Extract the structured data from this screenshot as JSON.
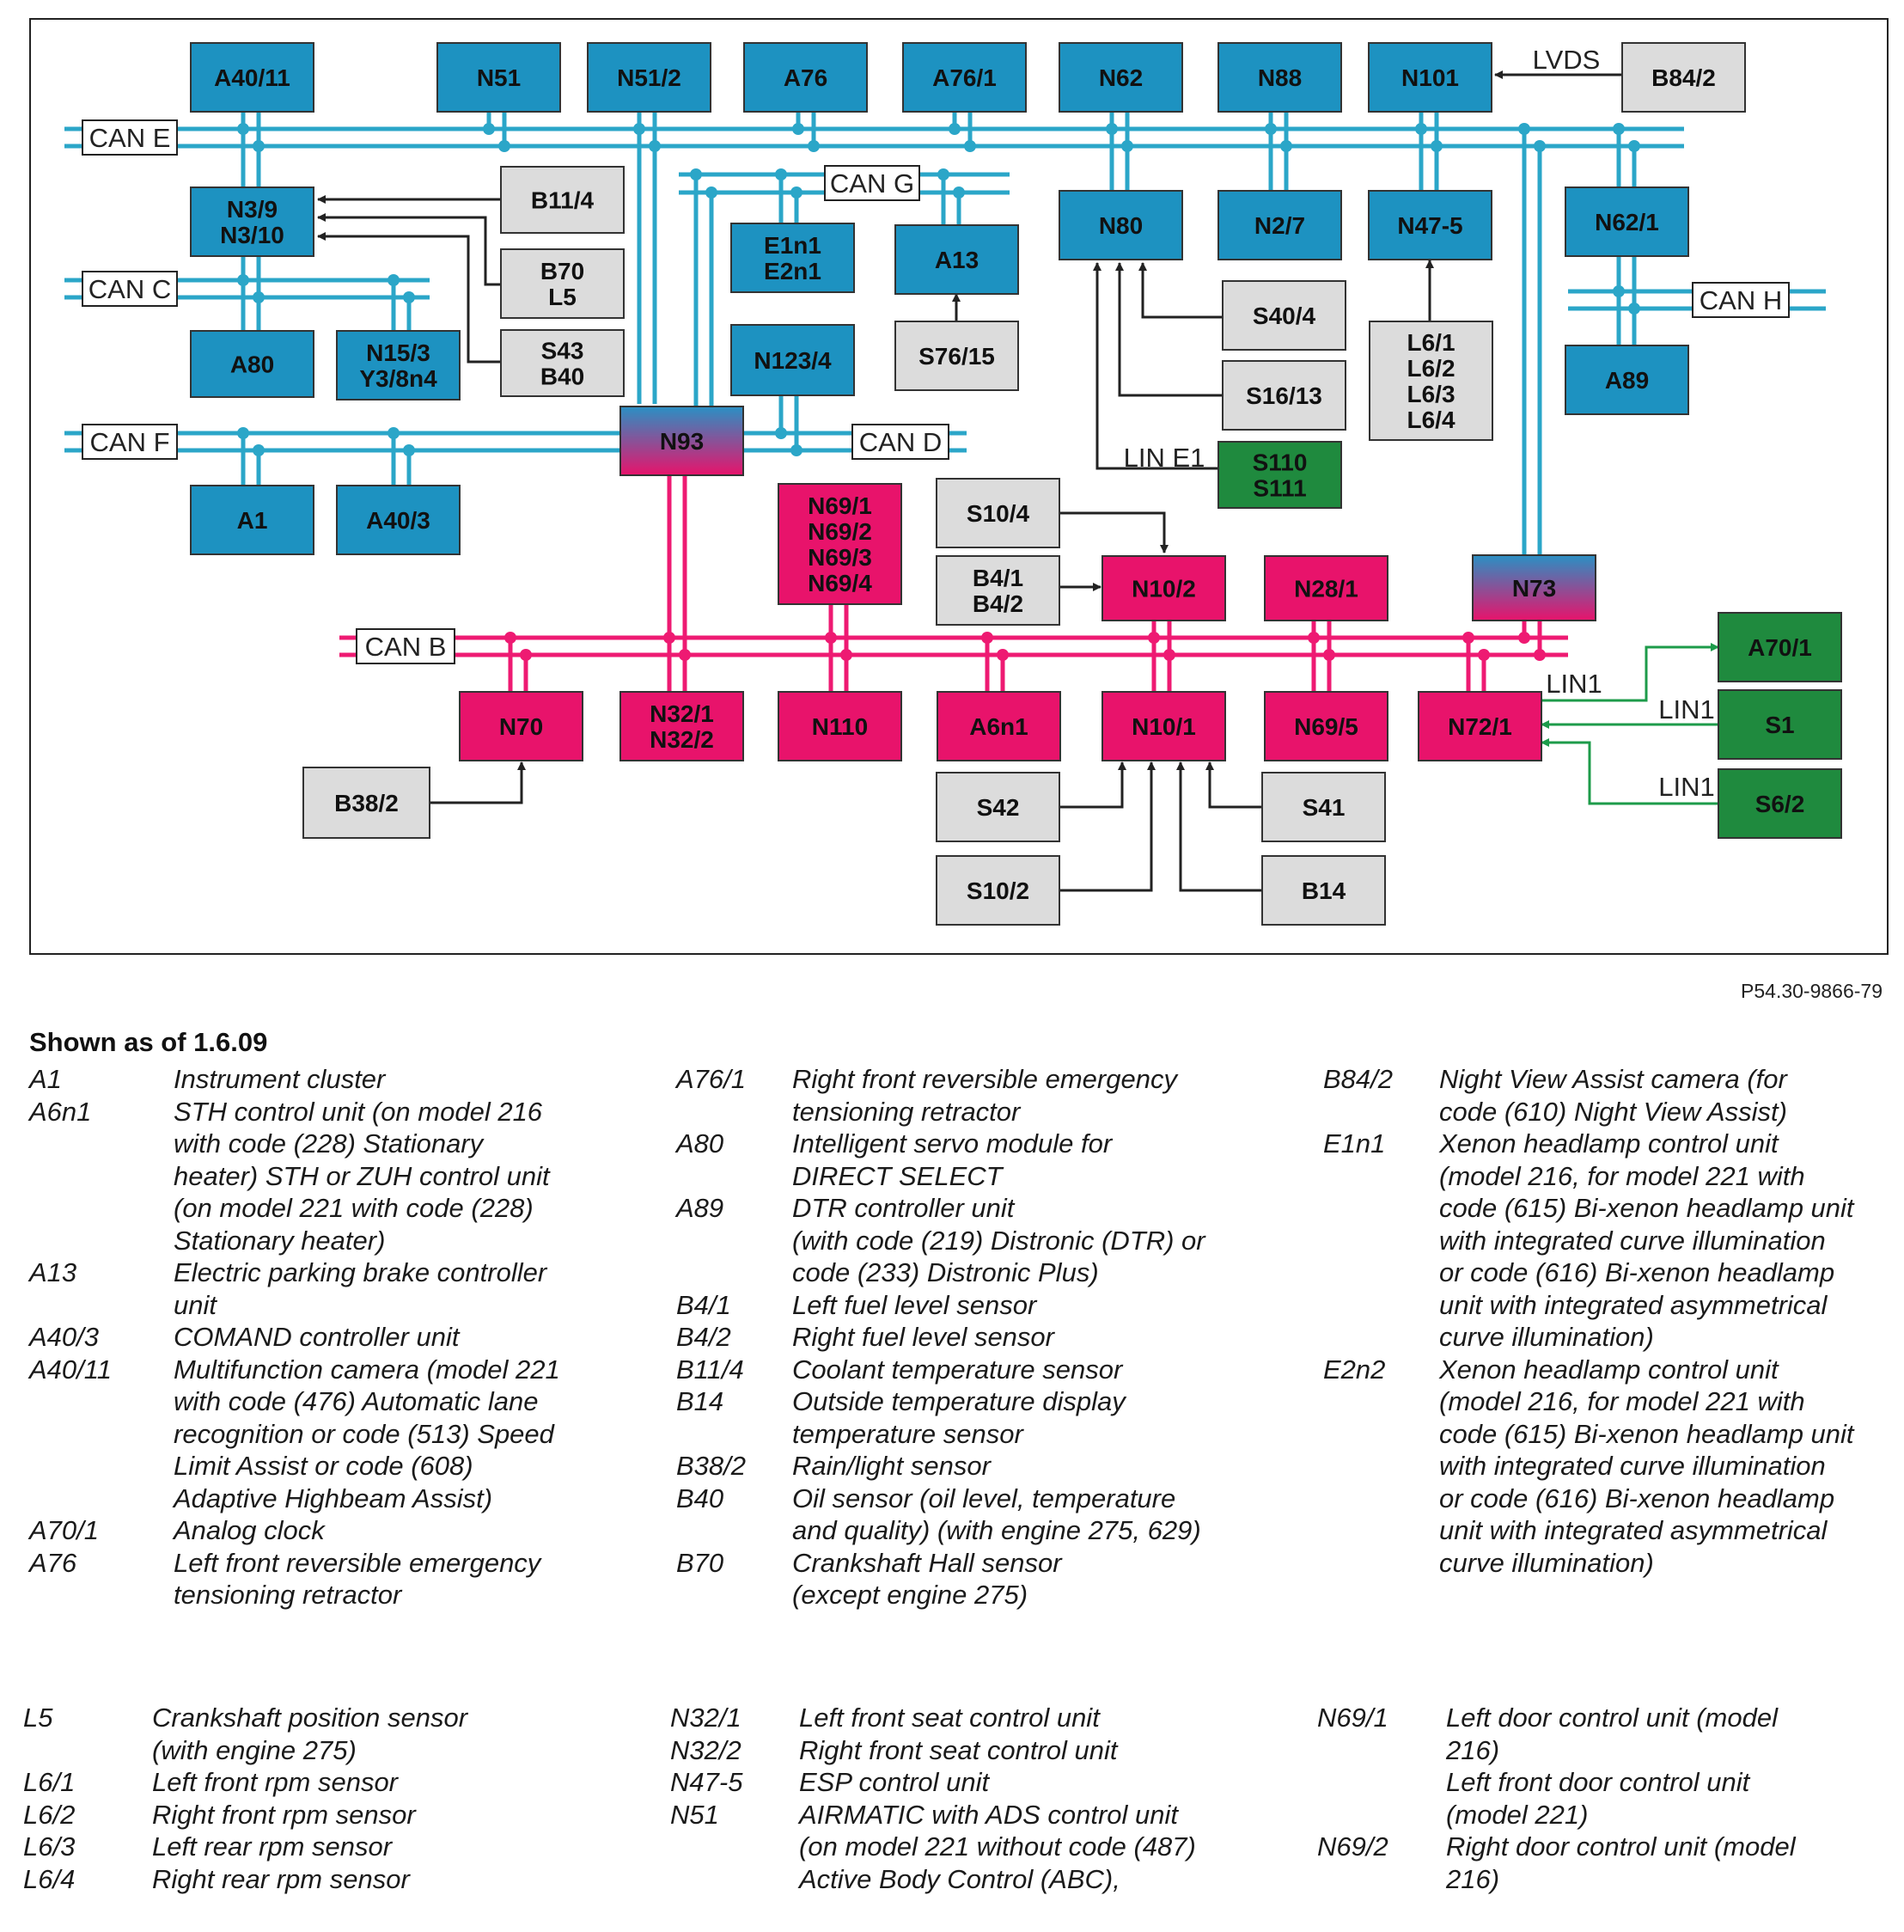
{
  "colors": {
    "blue_bus": "#2ba6c8",
    "blue_box": "#1d92c1",
    "pink_bus": "#ee1a72",
    "pink_box": "#e8136b",
    "green_box": "#1f8a3e",
    "green_line": "#1d9b4a",
    "grey_box": "#dcdcdc",
    "frame": "#222222"
  },
  "buses": {
    "can_e": "CAN E",
    "can_c": "CAN C",
    "can_f": "CAN F",
    "can_g": "CAN G",
    "can_d": "CAN D",
    "can_h": "CAN H",
    "can_b": "CAN B",
    "lvds": "LVDS",
    "lin_e1": "LIN E1",
    "lin1": "LIN1"
  },
  "boxes": {
    "A40_11": "A40/11",
    "N51": "N51",
    "N51_2": "N51/2",
    "A76": "A76",
    "A76_1": "A76/1",
    "N62": "N62",
    "N88": "N88",
    "N101": "N101",
    "B84_2": "B84/2",
    "N3_9": "N3/9\nN3/10",
    "B11_4": "B11/4",
    "B70": "B70\nL5",
    "S43": "S43\nB40",
    "A80": "A80",
    "N15_3": "N15/3\nY3/8n4",
    "E1n1": "E1n1\nE2n1",
    "A13": "A13",
    "S76_15": "S76/15",
    "N123_4": "N123/4",
    "N80": "N80",
    "N2_7": "N2/7",
    "N47_5": "N47-5",
    "N62_1": "N62/1",
    "S40_4": "S40/4",
    "S16_13": "S16/13",
    "S110": "S110\nS111",
    "L6": "L6/1\nL6/2\nL6/3\nL6/4",
    "A89": "A89",
    "N93": "N93",
    "A1": "A1",
    "A40_3": "A40/3",
    "N69": "N69/1\nN69/2\nN69/3\nN69/4",
    "S10_4": "S10/4",
    "B4": "B4/1\nB4/2",
    "N10_2": "N10/2",
    "N28_1": "N28/1",
    "N73": "N73",
    "N70": "N70",
    "N32": "N32/1\nN32/2",
    "N110": "N110",
    "A6n1": "A6n1",
    "N10_1": "N10/1",
    "N69_5": "N69/5",
    "N72_1": "N72/1",
    "A70_1": "A70/1",
    "S1": "S1",
    "S6_2": "S6/2",
    "B38_2": "B38/2",
    "S42": "S42",
    "S41": "S41",
    "S10_2": "S10/2",
    "B14": "B14"
  },
  "ref_code": "P54.30-9866-79",
  "shown_as": "Shown as of 1.6.09",
  "legend_top": {
    "col1": [
      {
        "code": "A1",
        "desc": "Instrument cluster"
      },
      {
        "code": "A6n1",
        "desc": "STH control unit (on model 216\nwith code (228) Stationary\nheater) STH or ZUH control unit\n(on model 221 with code (228)\nStationary heater)"
      },
      {
        "code": "A13",
        "desc": "Electric parking brake controller\nunit"
      },
      {
        "code": "A40/3",
        "desc": "COMAND controller unit"
      },
      {
        "code": "A40/11",
        "desc": "Multifunction camera (model 221\nwith code (476) Automatic lane\nrecognition or code (513) Speed\nLimit Assist or code (608)\nAdaptive Highbeam Assist)"
      },
      {
        "code": "A70/1",
        "desc": "Analog clock"
      },
      {
        "code": "A76",
        "desc": "Left front reversible emergency\ntensioning retractor"
      }
    ],
    "col2": [
      {
        "code": "A76/1",
        "desc": "Right front reversible emergency\ntensioning retractor"
      },
      {
        "code": "A80",
        "desc": "Intelligent servo module for\nDIRECT SELECT"
      },
      {
        "code": "A89",
        "desc": "DTR controller unit\n(with code (219) Distronic (DTR) or\ncode (233) Distronic Plus)"
      },
      {
        "code": "B4/1",
        "desc": "Left fuel level sensor"
      },
      {
        "code": "B4/2",
        "desc": "Right fuel level sensor"
      },
      {
        "code": "B11/4",
        "desc": "Coolant temperature sensor"
      },
      {
        "code": "B14",
        "desc": "Outside temperature display\ntemperature sensor"
      },
      {
        "code": "B38/2",
        "desc": "Rain/light sensor"
      },
      {
        "code": "B40",
        "desc": "Oil sensor (oil level, temperature\nand quality) (with engine 275, 629)"
      },
      {
        "code": "B70",
        "desc": "Crankshaft Hall sensor\n(except engine 275)"
      }
    ],
    "col3": [
      {
        "code": "B84/2",
        "desc": "Night View Assist camera (for\ncode (610) Night View Assist)"
      },
      {
        "code": "E1n1",
        "desc": "Xenon headlamp control unit\n(model 216, for model 221 with\ncode (615) Bi-xenon headlamp unit\nwith integrated curve illumination\nor code (616) Bi-xenon headlamp\nunit with integrated asymmetrical\ncurve illumination)"
      },
      {
        "code": "E2n2",
        "desc": "Xenon headlamp control unit\n(model 216, for model 221 with\ncode (615) Bi-xenon headlamp unit\nwith integrated curve illumination\nor code (616) Bi-xenon headlamp\nunit with integrated asymmetrical\ncurve illumination)"
      }
    ]
  },
  "legend_bottom": {
    "col1": [
      {
        "code": "L5",
        "desc": "Crankshaft position sensor\n(with engine 275)"
      },
      {
        "code": "L6/1",
        "desc": "Left front rpm sensor"
      },
      {
        "code": "L6/2",
        "desc": "Right front rpm sensor"
      },
      {
        "code": "L6/3",
        "desc": "Left rear rpm sensor"
      },
      {
        "code": "L6/4",
        "desc": "Right rear rpm sensor"
      }
    ],
    "col2": [
      {
        "code": "N32/1",
        "desc": "Left front seat control unit"
      },
      {
        "code": "N32/2",
        "desc": "Right front seat control unit"
      },
      {
        "code": "N47-5",
        "desc": "ESP control unit"
      },
      {
        "code": "N51",
        "desc": "AIRMATIC with ADS control unit\n(on model 221 without code (487)\nActive Body Control (ABC),"
      }
    ],
    "col3": [
      {
        "code": "N69/1",
        "desc": "Left door control unit (model\n216)\nLeft front door control unit\n(model 221)"
      },
      {
        "code": "N69/2",
        "desc": "Right door control unit (model\n216)"
      }
    ]
  }
}
